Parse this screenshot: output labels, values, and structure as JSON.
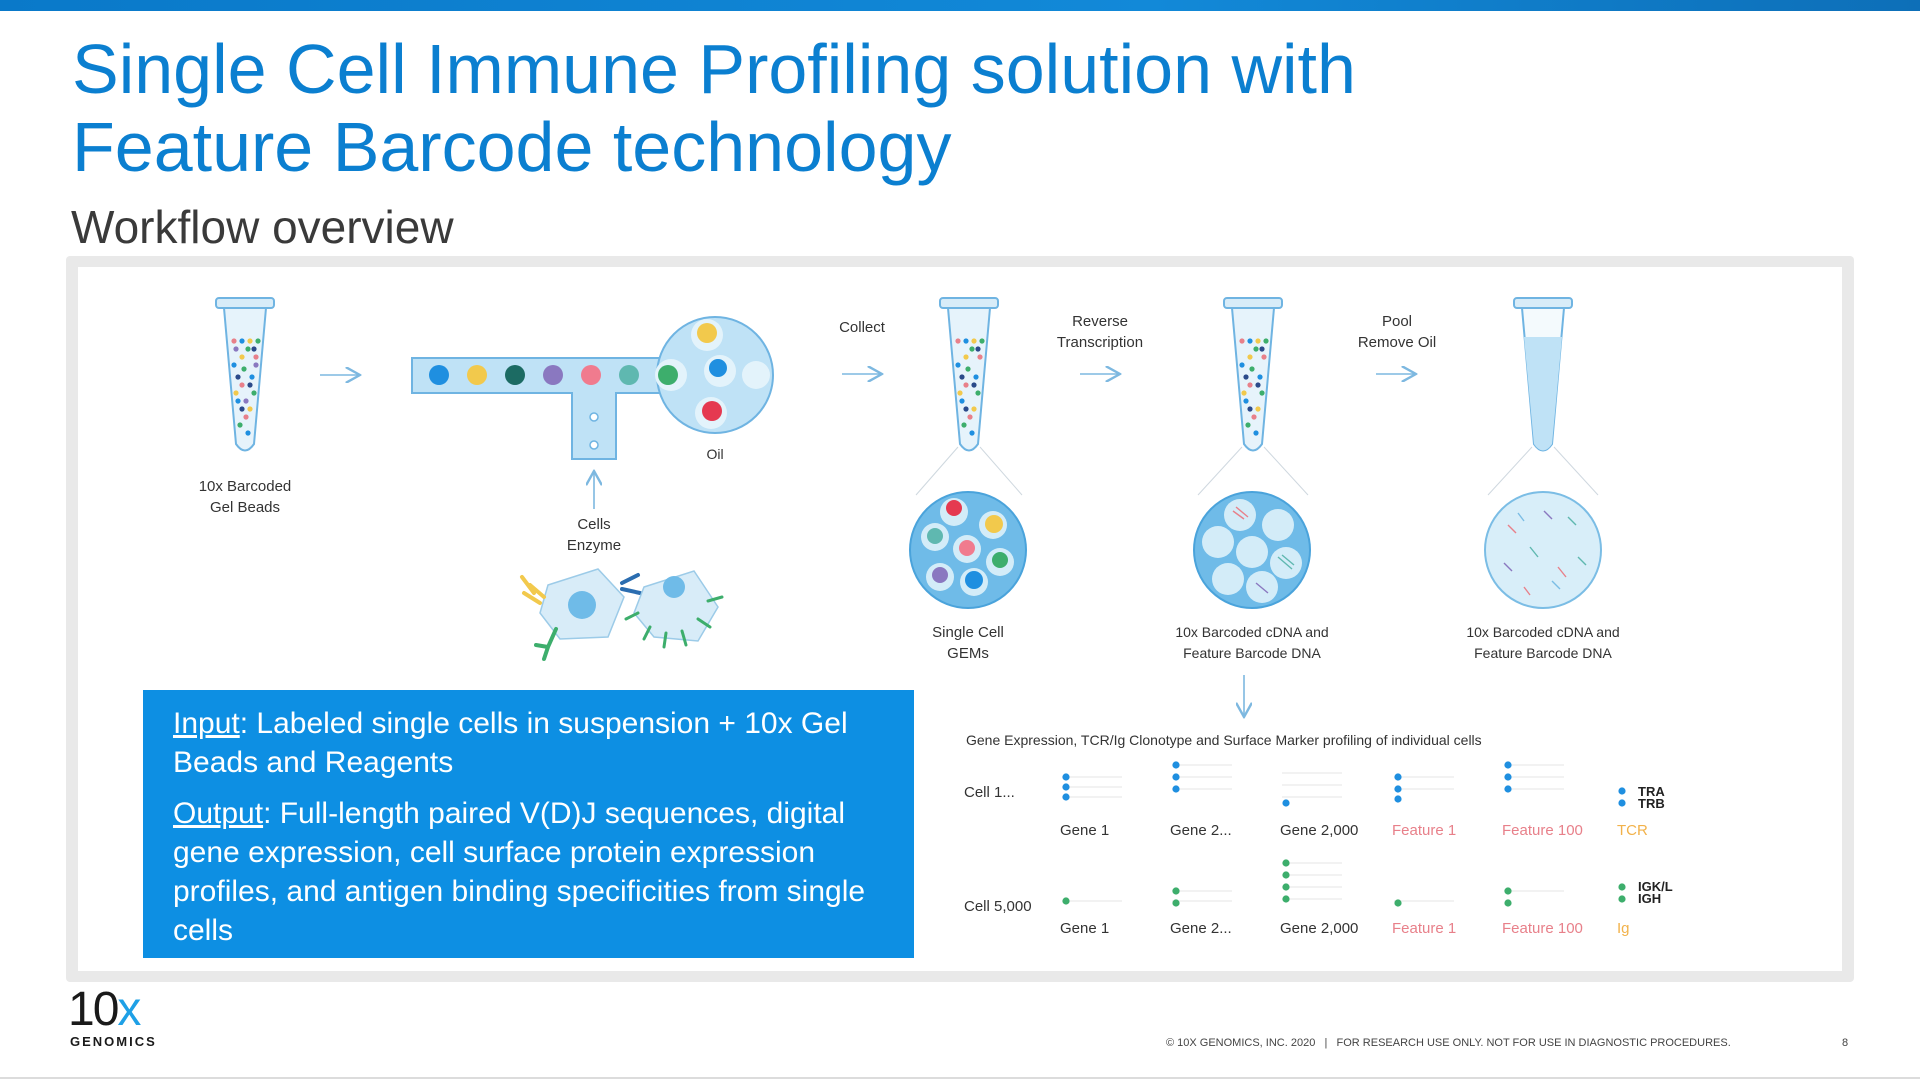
{
  "title_line1": "Single Cell Immune Profiling solution with",
  "title_line2": "Feature Barcode technology",
  "subtitle": "Workflow overview",
  "diagram": {
    "gel_beads_line1": "10x Barcoded",
    "gel_beads_line2": "Gel Beads",
    "oil": "Oil",
    "cells_line1": "Cells",
    "cells_line2": "Enzyme",
    "collect": "Collect",
    "rt_line1": "Reverse",
    "rt_line2": "Transcription",
    "pool_line1": "Pool",
    "pool_line2": "Remove Oil",
    "gems_line1": "Single Cell",
    "gems_line2": "GEMs",
    "cdna1_line1": "10x Barcoded cDNA and",
    "cdna1_line2": "Feature Barcode DNA",
    "cdna2_line1": "10x Barcoded cDNA and",
    "cdna2_line2": "Feature Barcode DNA",
    "profiling_title": "Gene Expression, TCR/Ig Clonotype and Surface Marker profiling of individual cells",
    "cell_a": "Cell 1...",
    "cell_b": "Cell 5,000",
    "row_a_labels": [
      "Gene 1",
      "Gene 2...",
      "Gene 2,000",
      "Feature 1",
      "Feature 100",
      "TCR"
    ],
    "row_b_labels": [
      "Gene 1",
      "Gene 2...",
      "Gene 2,000",
      "Feature 1",
      "Feature 100",
      "Ig"
    ],
    "tra": "TRA",
    "trb": "TRB",
    "igkl": "IGK/L",
    "igh": "IGH"
  },
  "infobox": {
    "input_label": "Input",
    "input_text": ": Labeled single cells in suspension + 10x Gel Beads and Reagents",
    "output_label": "Output",
    "output_text": ": Full-length paired V(D)J sequences, digital gene expression, cell surface protein expression profiles, and antigen binding specificities from single cells"
  },
  "logo": {
    "main": "10",
    "x": "x",
    "sub": "GENOMICS"
  },
  "footer": "© 10X GENOMICS, INC. 2020   |   FOR RESEARCH USE ONLY. NOT FOR USE IN DIAGNOSTIC PROCEDURES.",
  "page_number": "8",
  "colors": {
    "brand_blue": "#0b7fd0",
    "box_blue": "#0d8fe3",
    "feature_pink": "#e8808a",
    "tcr_orange": "#f2b24a"
  }
}
